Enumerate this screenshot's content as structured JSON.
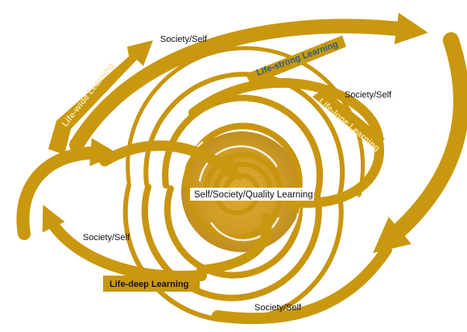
{
  "labels": {
    "center": "Self/Society/Quality Learning",
    "society_self_top": "Society/Self",
    "society_self_right": "Society/Self",
    "society_self_left": "Society/Self",
    "society_self_bottom": "Society/Self"
  },
  "bands": {
    "life_wide": "Life-wide Learning",
    "life_strong": "Life-strong Learning",
    "life_lone": "Life-lone Learning",
    "life_deep": "Life-deep Learning"
  },
  "colors": {
    "gold": "#c9980f",
    "gold_dark": "#a67a05",
    "gold_light": "#e2b23a",
    "band_dark_bg": "#b98a12",
    "text_blue": "#2a5e7c"
  }
}
